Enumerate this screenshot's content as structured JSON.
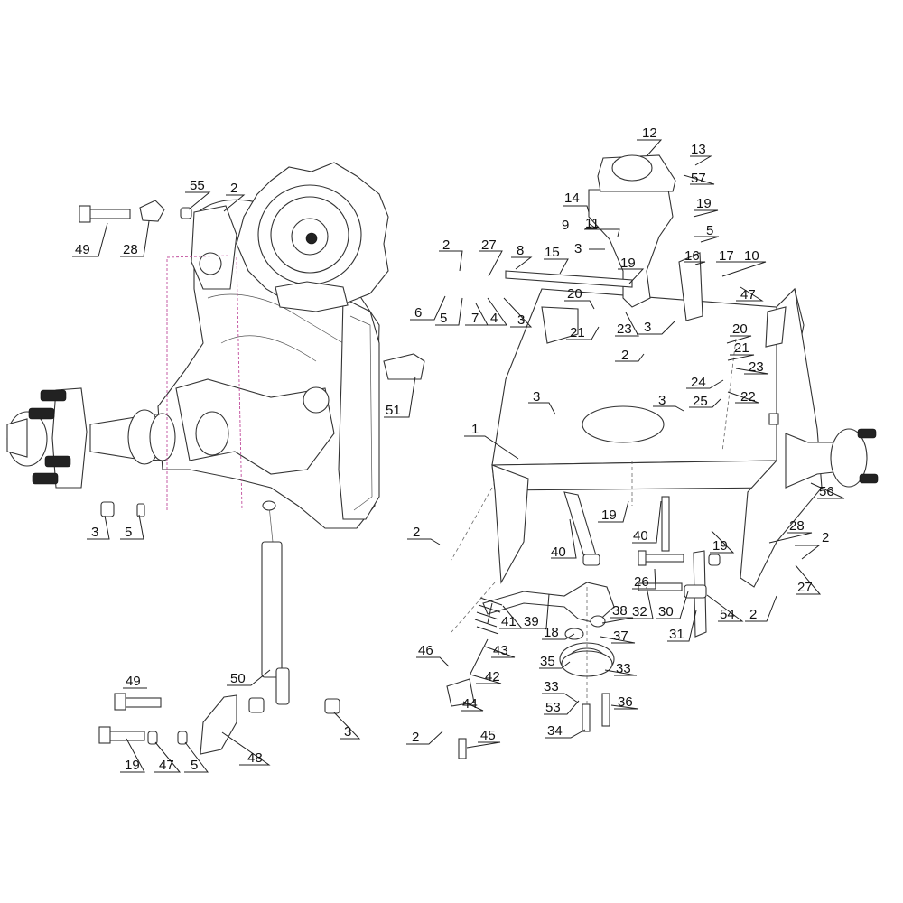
{
  "callouts": {
    "c12": "12",
    "c13": "13",
    "c57": "57",
    "c14": "14",
    "c9": "9",
    "c11": "11",
    "c19a": "19",
    "c5a": "5",
    "c2a": "2",
    "c27a": "27",
    "c8": "8",
    "c15": "15",
    "c3a": "3",
    "c16": "16",
    "c17": "17",
    "c10": "10",
    "c47a": "47",
    "c19b": "19",
    "c6": "6",
    "c5b": "5",
    "c7": "7",
    "c4": "4",
    "c3b": "3",
    "c20a": "20",
    "c21a": "21",
    "c23a": "23",
    "c3c": "3",
    "c20b": "20",
    "c21b": "21",
    "c2b": "2",
    "c23b": "23",
    "c24": "24",
    "c22": "22",
    "c25": "25",
    "c3d": "3",
    "c3e": "3",
    "c1": "1",
    "c56": "56",
    "c19c": "19",
    "c40a": "40",
    "c40b": "40",
    "c2c": "2",
    "c28a": "28",
    "c19d": "19",
    "c2d": "2",
    "c27b": "27",
    "c26": "26",
    "c32": "32",
    "c30": "30",
    "c54": "54",
    "c2e": "2",
    "c31": "31",
    "c41": "41",
    "c39": "39",
    "c38": "38",
    "c18": "18",
    "c37": "37",
    "c46": "46",
    "c43": "43",
    "c42": "42",
    "c35": "35",
    "c33a": "33",
    "c33b": "33",
    "c44": "44",
    "c53": "53",
    "c36": "36",
    "c34": "34",
    "c2f": "2",
    "c45": "45",
    "c49a": "49",
    "c28b": "28",
    "c55": "55",
    "c2g": "2",
    "c51": "51",
    "c3f": "3",
    "c5c": "5",
    "c50": "50",
    "c49b": "49",
    "c3g": "3",
    "c19e": "19",
    "c47b": "47",
    "c5d": "5",
    "c48": "48"
  }
}
